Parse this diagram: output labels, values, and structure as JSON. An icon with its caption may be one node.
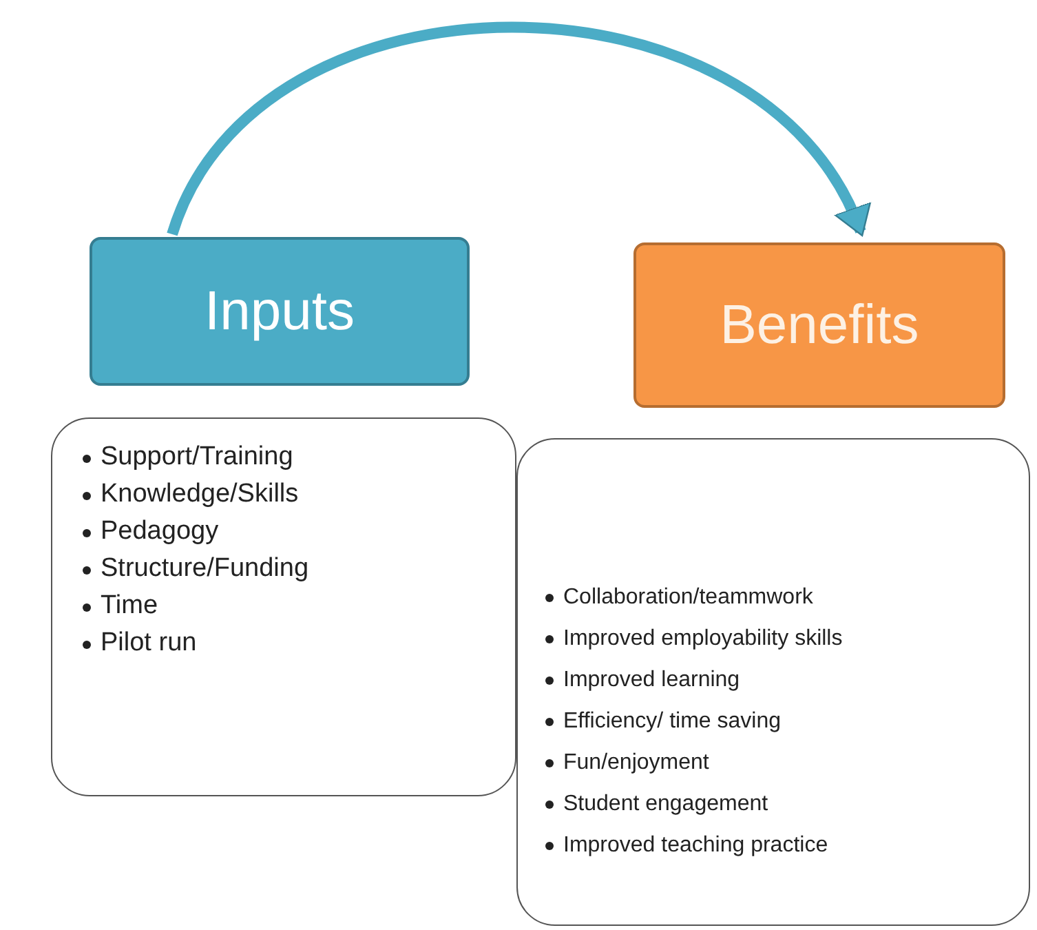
{
  "diagram": {
    "nodes": [
      {
        "text": [
          "Inputs"
        ]
      },
      {
        "text": [
          "Benefits"
        ]
      },
      {
        "text": [
          "Support/Training",
          "Knowledge/Skills",
          "Pedagogy",
          "Structure/Funding",
          "Time",
          "Pilot run"
        ]
      },
      {
        "text": [
          "Collaboration/teammwork",
          "Improved employability skills",
          "Improved learning",
          "Efficiency/ time saving",
          "Fun/enjoyment",
          "Student engagement",
          "Improved teaching practice"
        ]
      }
    ],
    "edges": [
      {
        "from": 0,
        "to": 1,
        "arrow": "to"
      }
    ]
  }
}
